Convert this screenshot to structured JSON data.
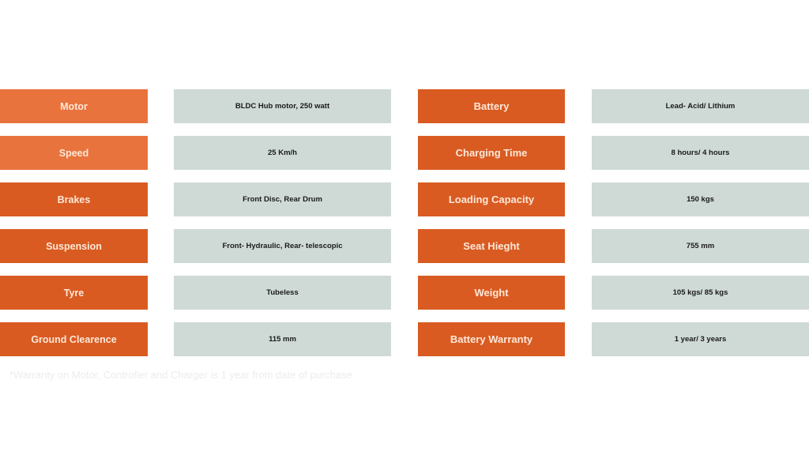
{
  "colors": {
    "label_light": "#e9733d",
    "label_dark": "#d95b22",
    "value_bg": "#cfdad7"
  },
  "specs": [
    {
      "left_label": "Motor",
      "left_value": "BLDC Hub motor, 250 watt",
      "right_label": "Battery",
      "right_value": "Lead- Acid/ Lithium"
    },
    {
      "left_label": "Speed",
      "left_value": "25 Km/h",
      "right_label": "Charging Time",
      "right_value": "8 hours/ 4 hours"
    },
    {
      "left_label": "Brakes",
      "left_value": "Front Disc, Rear Drum",
      "right_label": "Loading Capacity",
      "right_value": "150 kgs"
    },
    {
      "left_label": "Suspension",
      "left_value": "Front- Hydraulic, Rear- telescopic",
      "right_label": "Seat Hieght",
      "right_value": "755 mm"
    },
    {
      "left_label": "Tyre",
      "left_value": "Tubeless",
      "right_label": "Weight",
      "right_value": "105 kgs/ 85 kgs"
    },
    {
      "left_label": "Ground Clearence",
      "left_value": "115 mm",
      "right_label": "Battery Warranty",
      "right_value": "1 year/ 3 years"
    }
  ],
  "footnote": "*Warranty on Motor, Controller and Charger is 1 year from date of purchase"
}
